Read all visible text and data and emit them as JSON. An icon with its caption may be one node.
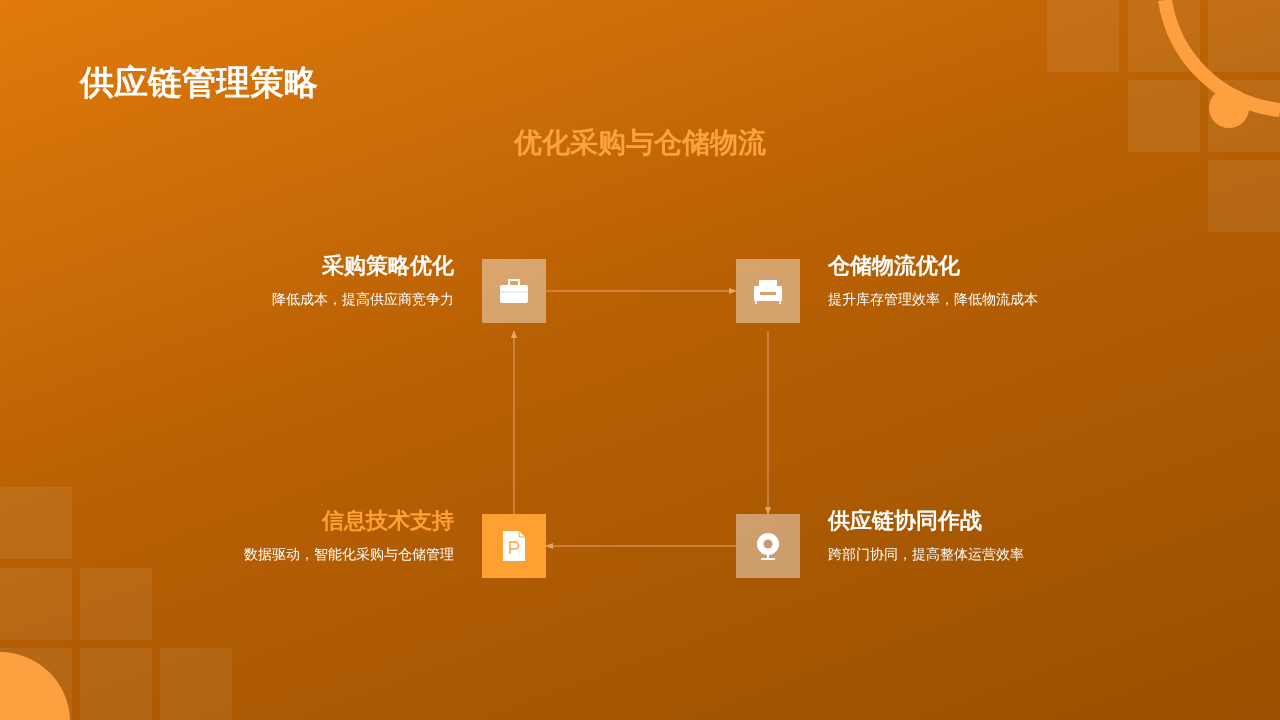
{
  "diagram": {
    "title": "供应链管理策略",
    "nodes": [
      {
        "text": [
          "采购策略优化",
          "降低成本，提高供应商竞争力"
        ]
      },
      {
        "text": [
          "仓储物流优化",
          "提升库存管理效率，降低物流成本"
        ]
      },
      {
        "text": [
          "信息技术支持",
          "数据驱动，智能化采购与仓储管理"
        ]
      },
      {
        "text": [
          "供应链协同作战",
          "跨部门协同，提高整体运营效率"
        ]
      }
    ],
    "edges": [
      {
        "from": 0,
        "to": 1,
        "arrow": "to"
      },
      {
        "from": 1,
        "to": 3,
        "arrow": "to"
      },
      {
        "from": 3,
        "to": 2,
        "arrow": "to"
      },
      {
        "from": 2,
        "to": 0,
        "arrow": "to"
      }
    ],
    "labels": [
      "优化采购与仓储物流"
    ]
  }
}
